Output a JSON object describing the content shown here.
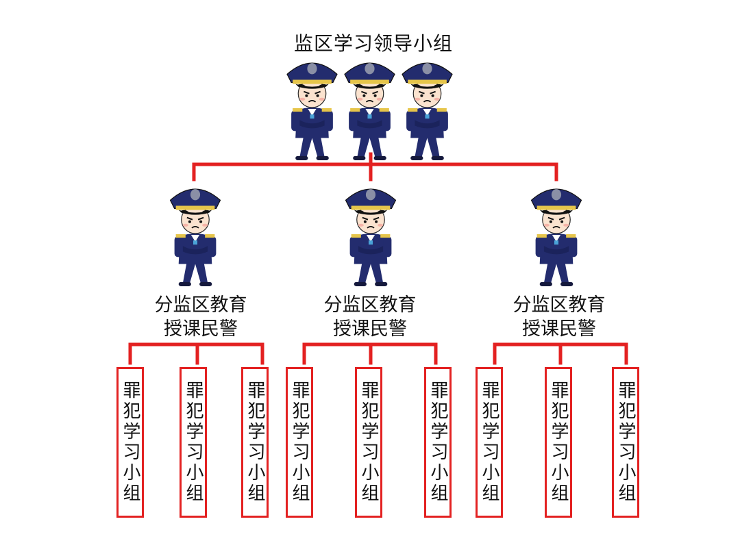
{
  "leadership": {
    "title": "监区学习领导小组"
  },
  "branches": [
    {
      "label_line1": "分监区教育",
      "label_line2": "授课民警"
    },
    {
      "label_line1": "分监区教育",
      "label_line2": "授课民警"
    },
    {
      "label_line1": "分监区教育",
      "label_line2": "授课民警"
    }
  ],
  "groups": [
    "罪犯学习小组",
    "罪犯学习小组",
    "罪犯学习小组",
    "罪犯学习小组",
    "罪犯学习小组",
    "罪犯学习小组",
    "罪犯学习小组",
    "罪犯学习小组",
    "罪犯学习小组"
  ],
  "colors": {
    "connector": "#e32121",
    "uniform": "#232c6e",
    "cap_band": "#e6c54a"
  },
  "icons": [
    "police-officer-icon"
  ]
}
